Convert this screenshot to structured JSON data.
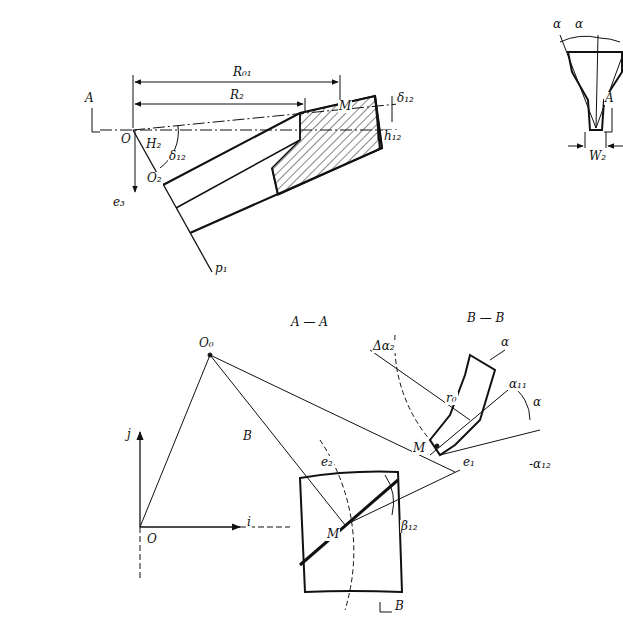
{
  "diagram": {
    "labels": [
      "A",
      "A",
      "R₀₁",
      "R₂",
      "M",
      "δ₁₂",
      "O",
      "H₂",
      "δ₁₂",
      "O₂",
      "e₃",
      "p₁",
      "h₁₂",
      "α",
      "α",
      "W₂",
      "A — A",
      "B — B",
      "O₀",
      "r₀",
      "j",
      "i",
      "O",
      "B",
      "e₂",
      "e₁",
      "β₁₂",
      "M",
      "B",
      "Δα₂",
      "α",
      "α₁₁",
      "α",
      "M",
      "-α₁₂"
    ]
  }
}
